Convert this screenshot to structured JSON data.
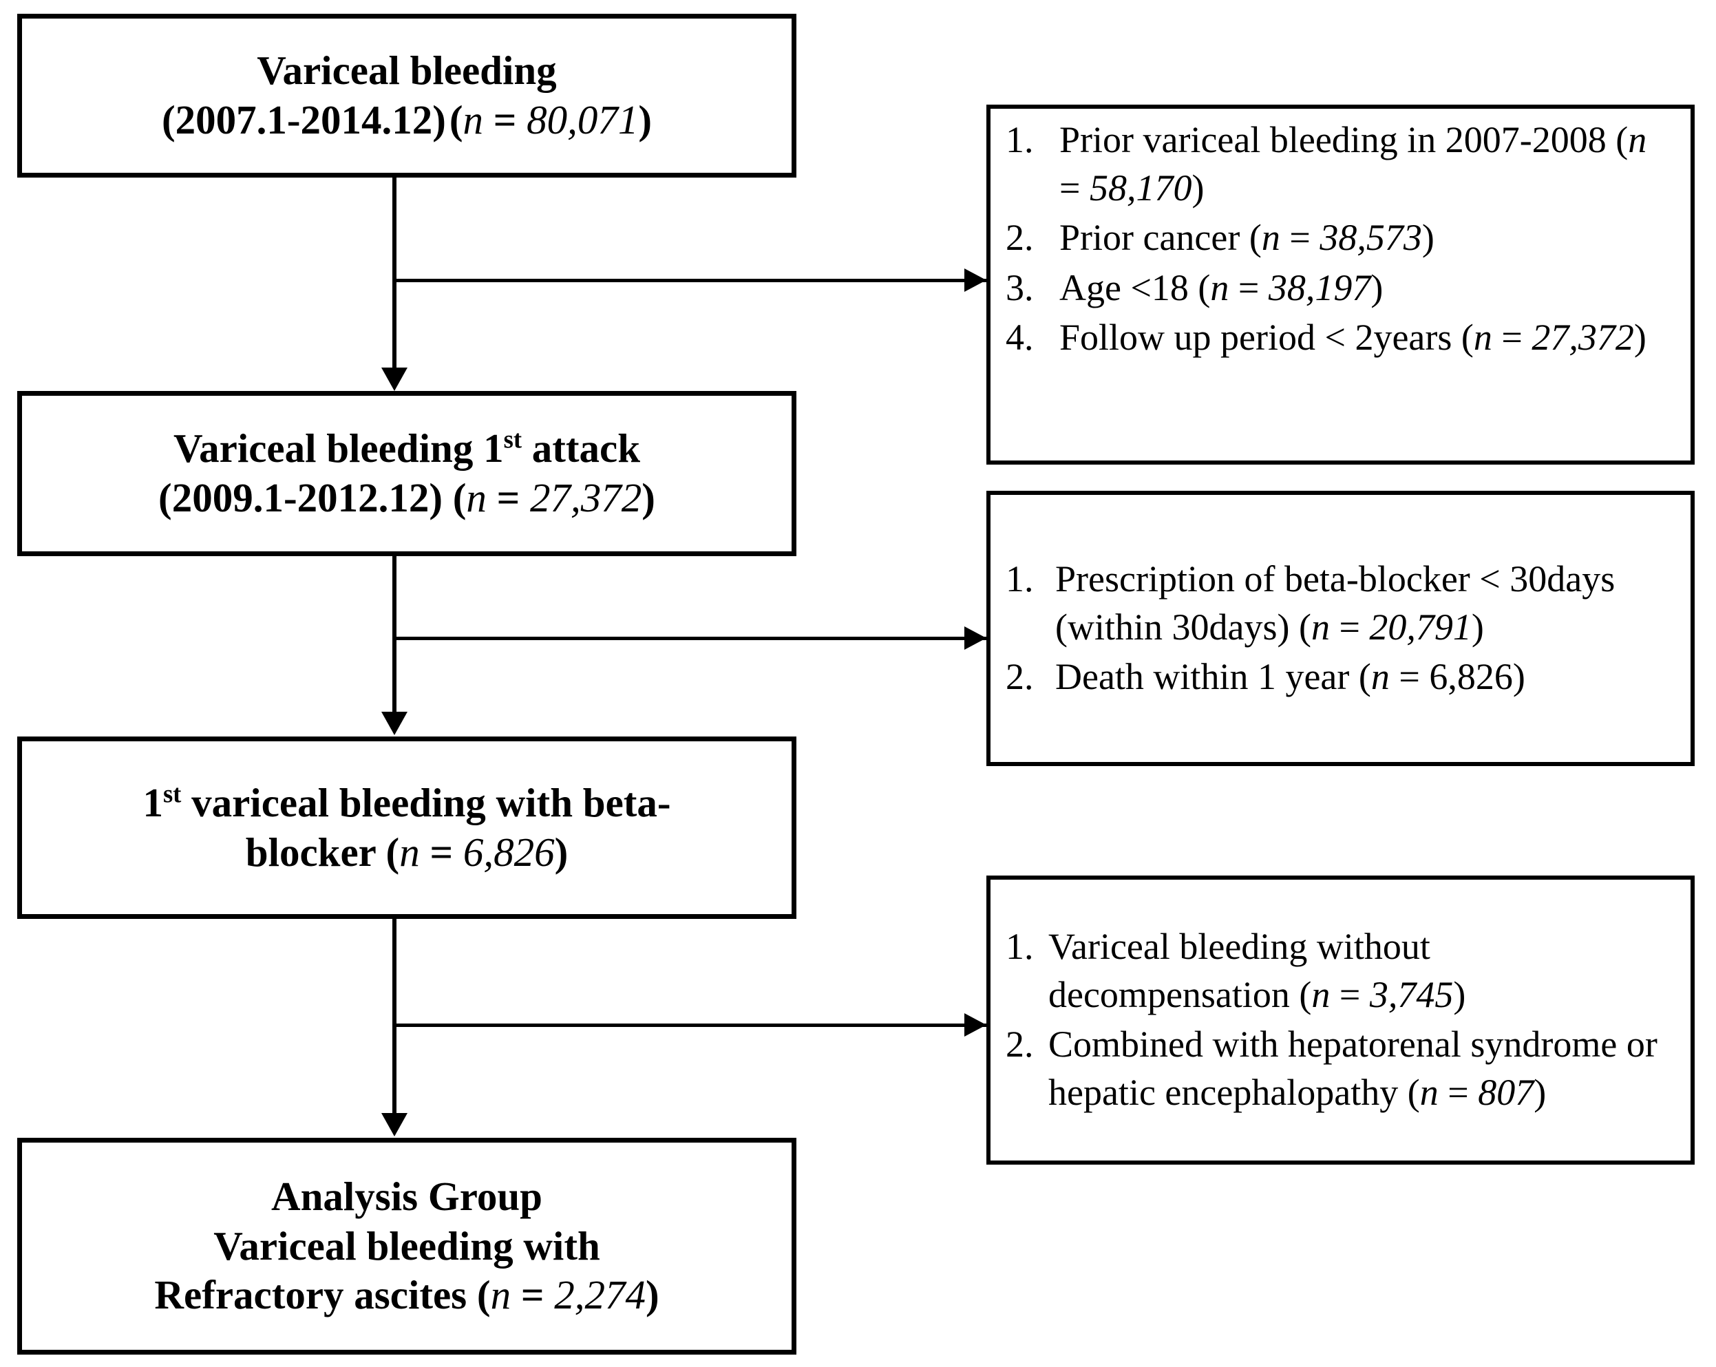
{
  "diagram": {
    "type": "patient-selection-flowchart",
    "orientation": "vertical-with-right-exclusions",
    "line_color": "#000000",
    "background_color": "#ffffff"
  },
  "boxes": {
    "box1": {
      "title": "Variceal bleeding",
      "period": "(2007.1-2014.12)",
      "n_label": "(n = 80,071)",
      "n_symbol": "n",
      "n_value": "80,071"
    },
    "box2": {
      "title_pre": "Variceal bleeding 1",
      "title_sup": "st",
      "title_post": " attack",
      "period": "(2009.1-2012.12)",
      "n_label": "(n = 27,372)",
      "n_symbol": "n",
      "n_value": "27,372"
    },
    "box3": {
      "line1_pre": "1",
      "line1_sup": "st",
      "line1_post": " variceal bleeding with  beta-",
      "line2_pre": "blocker ",
      "n_symbol": "n",
      "n_value": "6,826",
      "n_label": "(n = 6,826)"
    },
    "box4": {
      "line1": "Analysis Group",
      "line2": "Variceal bleeding with",
      "line3_pre": "Refractory ascites ",
      "n_symbol": "n",
      "n_value": "2,274",
      "n_label": "(n = 2,274)"
    }
  },
  "exclusions": {
    "group1": {
      "items": [
        {
          "num": "1.",
          "text_pre": "Prior variceal bleeding in 2007-2008 (",
          "n_symbol": "n",
          "n_eq": " = ",
          "n_value": "58,170",
          "text_post": ")",
          "full": "Prior variceal bleeding in 2007-2008 (n = 58,170)"
        },
        {
          "num": "2.",
          "text_pre": "Prior cancer (",
          "n_symbol": "n",
          "n_eq": " = ",
          "n_value": "38,573",
          "text_post": ")",
          "full": "Prior cancer (n = 38,573)"
        },
        {
          "num": "3.",
          "text_pre": "Age <18 (",
          "n_symbol": "n",
          "n_eq": " = ",
          "n_value": "38,197",
          "text_post": ")",
          "full": "Age <18 (n = 38,197)"
        },
        {
          "num": "4.",
          "text_pre": "Follow up period < 2years (",
          "n_symbol": "n",
          "n_eq": " = ",
          "n_value": "27,372",
          "text_post": ")",
          "full": "Follow up period < 2years (n = 27,372)"
        }
      ]
    },
    "group2": {
      "items": [
        {
          "num": "1.",
          "text_pre": "Prescription of beta-blocker < 30days (within 30days) (",
          "n_symbol": "n",
          "n_eq": " = ",
          "n_value": "20,791",
          "text_post": ")",
          "full": "Prescription of beta-blocker < 30days (within 30days) (n = 20,791)"
        },
        {
          "num": "2.",
          "text_pre": " Death within 1 year (",
          "n_symbol": "n",
          "n_eq": " = ",
          "n_value": "6,826",
          "text_post": ")",
          "full": "Death within 1 year (n = 6,826)"
        }
      ]
    },
    "group3": {
      "items": [
        {
          "num": "1.",
          "text_pre": "Variceal bleeding without decompensation (",
          "n_symbol": "n",
          "n_eq": " = ",
          "n_value": "3,745",
          "text_post": ")",
          "full": "Variceal bleeding without decompensation (n = 3,745)"
        },
        {
          "num": "2.",
          "text_pre": "Combined with hepatorenal syndrome or hepatic encephalopathy (",
          "n_symbol": "n",
          "n_eq": " = ",
          "n_value": "807",
          "text_post": ")",
          "full": "Combined with hepatorenal syndrome or hepatic encephalopathy (n = 807)"
        }
      ]
    }
  }
}
